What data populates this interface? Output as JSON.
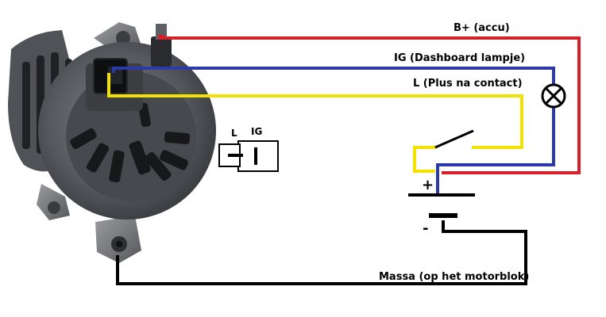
{
  "labels": {
    "b_plus": "B+ (accu)",
    "ig": "IG (Dashboard lampje)",
    "l": "L (Plus na contact)",
    "ground": "Massa (op het motorblok)",
    "connector_l": "L",
    "connector_ig": "IG",
    "battery_plus": "+",
    "battery_minus": "-"
  },
  "wires": [
    {
      "name": "b-plus-wire",
      "color": "#d6202a"
    },
    {
      "name": "ig-wire",
      "color": "#2b3aa8"
    },
    {
      "name": "l-wire",
      "color": "#f2e200"
    },
    {
      "name": "ground-wire",
      "color": "#000000"
    }
  ],
  "components": [
    "alternator",
    "connector-plug",
    "indicator-lamp",
    "ignition-switch",
    "battery"
  ]
}
